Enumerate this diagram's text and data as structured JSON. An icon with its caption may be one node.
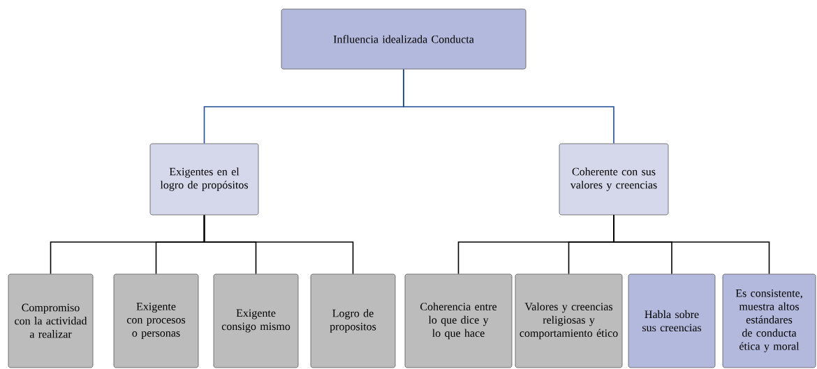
{
  "diagram": {
    "nodes": [
      {
        "text": [
          "Influencia idealizada Conducta"
        ]
      },
      {
        "text": [
          "Exigentes en el logro de propósitos"
        ]
      },
      {
        "text": [
          "Coherente con sus valores y creencias"
        ]
      },
      {
        "text": [
          "Compromiso con la actividad a realizar"
        ]
      },
      {
        "text": [
          "Exigente con procesos o personas"
        ]
      },
      {
        "text": [
          "Exigente consigo mismo"
        ]
      },
      {
        "text": [
          "Logro de propositos"
        ]
      },
      {
        "text": [
          "Coherencia entre lo que dice y lo que hace"
        ]
      },
      {
        "text": [
          "Valores y creencias religiosas y comportamiento ético"
        ]
      },
      {
        "text": [
          "Habla sobre sus creencias"
        ]
      },
      {
        "text": [
          "Es consistente, muestra altos estándares de conducta ética y moral"
        ]
      }
    ],
    "edges": [
      {
        "from": 0,
        "to": 1,
        "arrow": "none",
        "color": "#1f4e96"
      },
      {
        "from": 0,
        "to": 2,
        "arrow": "none",
        "color": "#1f4e96"
      },
      {
        "from": 1,
        "to": 3,
        "arrow": "none"
      },
      {
        "from": 1,
        "to": 4,
        "arrow": "none"
      },
      {
        "from": 1,
        "to": 5,
        "arrow": "none"
      },
      {
        "from": 1,
        "to": 6,
        "arrow": "none"
      },
      {
        "from": 2,
        "to": 7,
        "arrow": "none"
      },
      {
        "from": 2,
        "to": 8,
        "arrow": "none"
      },
      {
        "from": 2,
        "to": 9,
        "arrow": "none"
      },
      {
        "from": 2,
        "to": 10,
        "arrow": "none"
      }
    ]
  }
}
